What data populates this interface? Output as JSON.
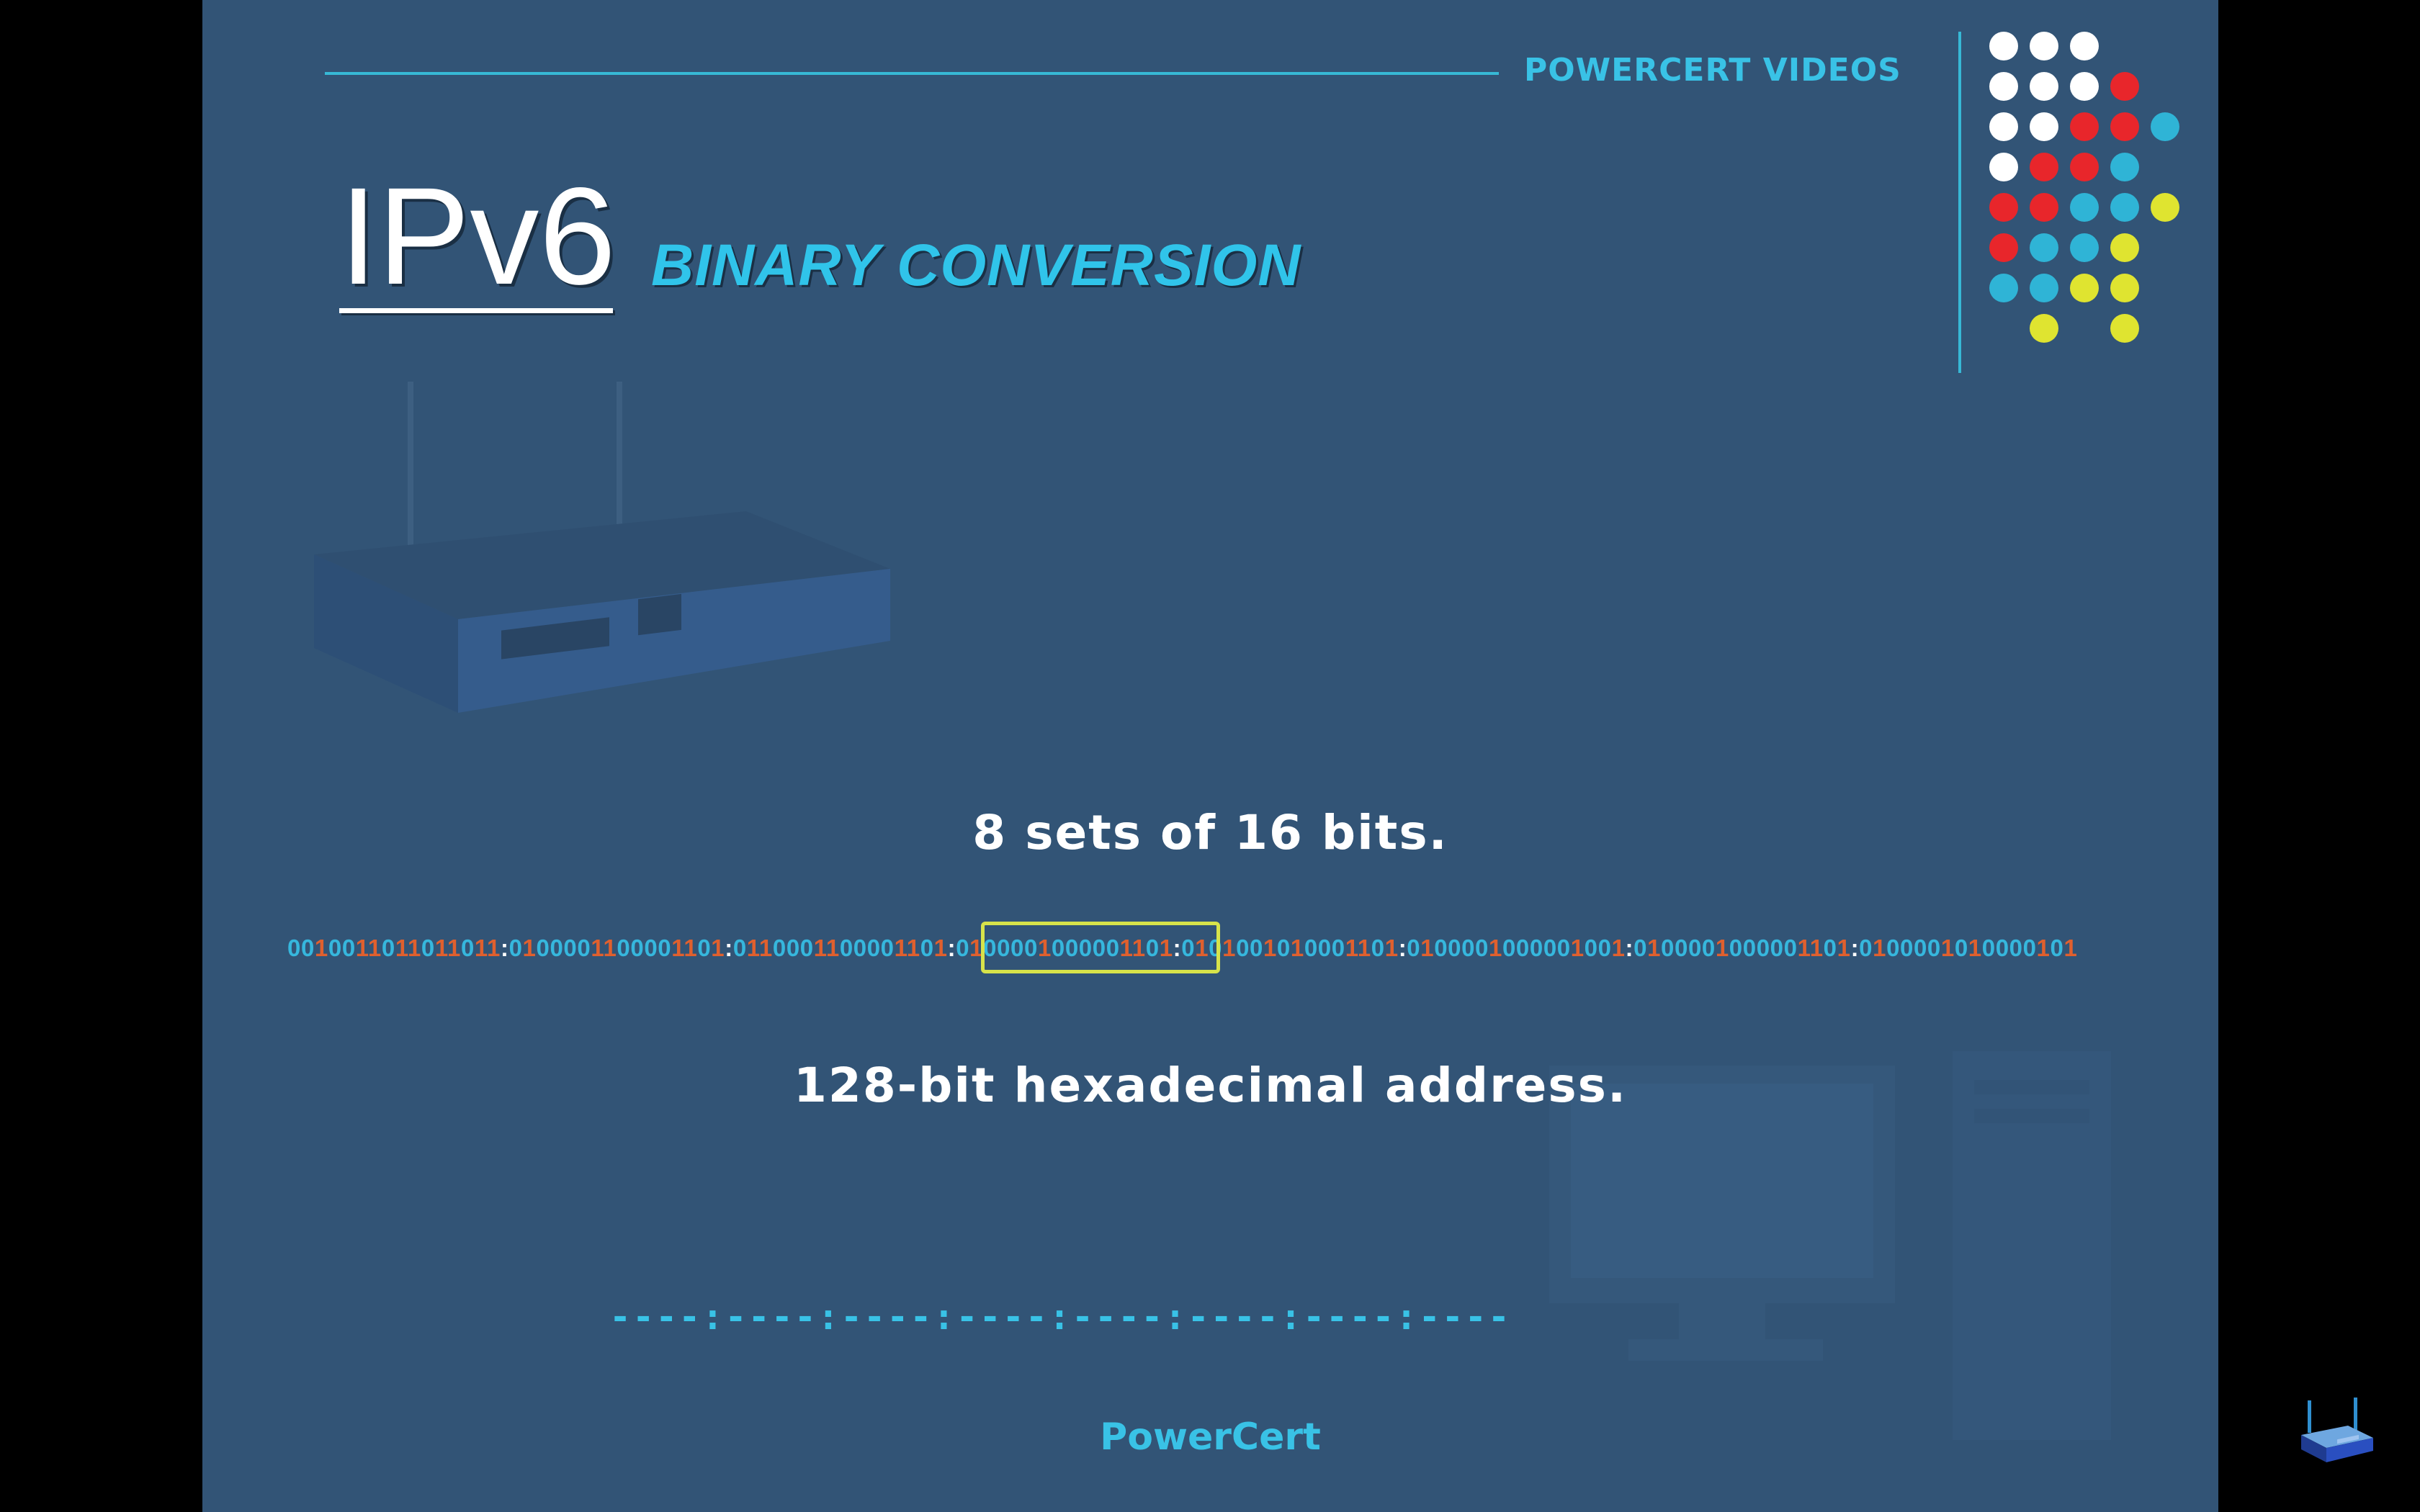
{
  "header": {
    "brand": "POWERCERT VIDEOS"
  },
  "title": {
    "main": "IPv6",
    "sub": "BINARY CONVERSION"
  },
  "captions": {
    "top": "8 sets of 16 bits.",
    "bottom": "128-bit hexadecimal address."
  },
  "binary_address": {
    "groups": [
      "0010011011011011",
      "0100001100001101",
      "0110001100001101",
      "0100001000001101",
      "0101001010001101",
      "0100001000001001",
      "0100001000001101",
      "0100001010000101"
    ],
    "highlighted_group_index": 3
  },
  "hex_placeholder": "----:----:----:----:----:----:----:----",
  "footer": {
    "brand": "PowerCert"
  },
  "colors": {
    "slide_background": "#325476",
    "accent_cyan": "#39c2e6",
    "bit_zero": "#36b7dd",
    "bit_one": "#e0602e",
    "highlight": "#d7e34a",
    "dot_white": "#ffffff",
    "dot_red": "#e8262b",
    "dot_cyan": "#2fb4d6",
    "dot_yellow": "#dfe430"
  },
  "decor": {
    "dot_grid": [
      [
        "white",
        "white",
        "white",
        null,
        null
      ],
      [
        "white",
        "white",
        "white",
        "red",
        null
      ],
      [
        "white",
        "white",
        "red",
        "red",
        "cyan"
      ],
      [
        "white",
        "red",
        "red",
        "cyan",
        null
      ],
      [
        "red",
        "red",
        "cyan",
        "cyan",
        "yellow"
      ],
      [
        "red",
        "cyan",
        "cyan",
        "yellow",
        null
      ],
      [
        "cyan",
        "cyan",
        "yellow",
        "yellow",
        null
      ],
      [
        null,
        "yellow",
        null,
        "yellow",
        null
      ]
    ],
    "icons": [
      "router-icon",
      "computer-icon"
    ]
  }
}
